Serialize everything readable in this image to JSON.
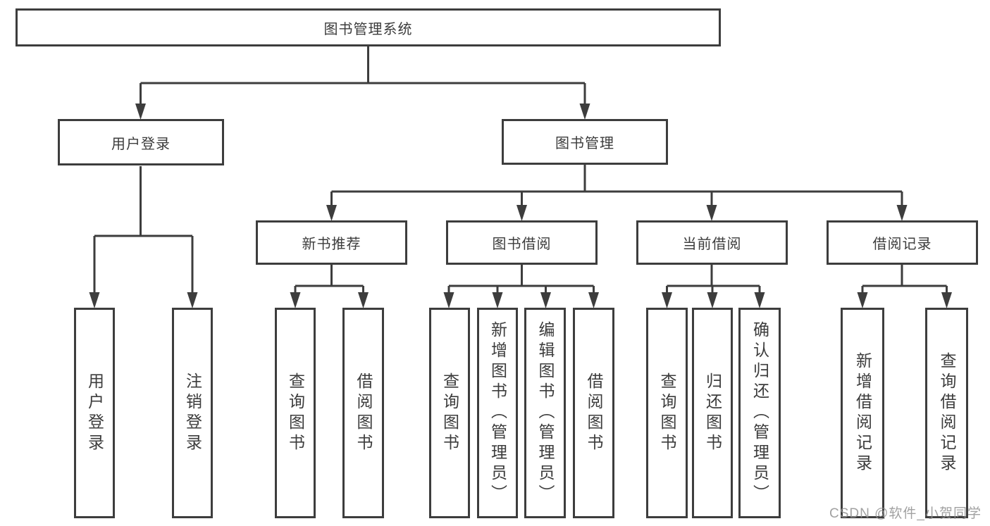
{
  "diagram": {
    "root": {
      "label": "图书管理系统"
    },
    "level2": [
      {
        "label": "用户登录"
      },
      {
        "label": "图书管理"
      }
    ],
    "level3": [
      {
        "label": "新书推荐"
      },
      {
        "label": "图书借阅"
      },
      {
        "label": "当前借阅"
      },
      {
        "label": "借阅记录"
      }
    ],
    "leaves": {
      "user_login": [
        "用户登录",
        "注销登录"
      ],
      "new_book": [
        "查询图书",
        "借阅图书"
      ],
      "book_borrow": [
        "查询图书",
        "新增图书（管理员）",
        "编辑图书（管理员）",
        "借阅图书"
      ],
      "current_borrow": [
        "查询图书",
        "归还图书",
        "确认归还（管理员）"
      ],
      "borrow_record": [
        "新增借阅记录",
        "查询借阅记录"
      ]
    },
    "watermark": "CSDN @软件_小贺同学",
    "colors": {
      "stroke": "#3d3d3d",
      "text": "#3c3c3c",
      "watermark": "#919191"
    }
  }
}
